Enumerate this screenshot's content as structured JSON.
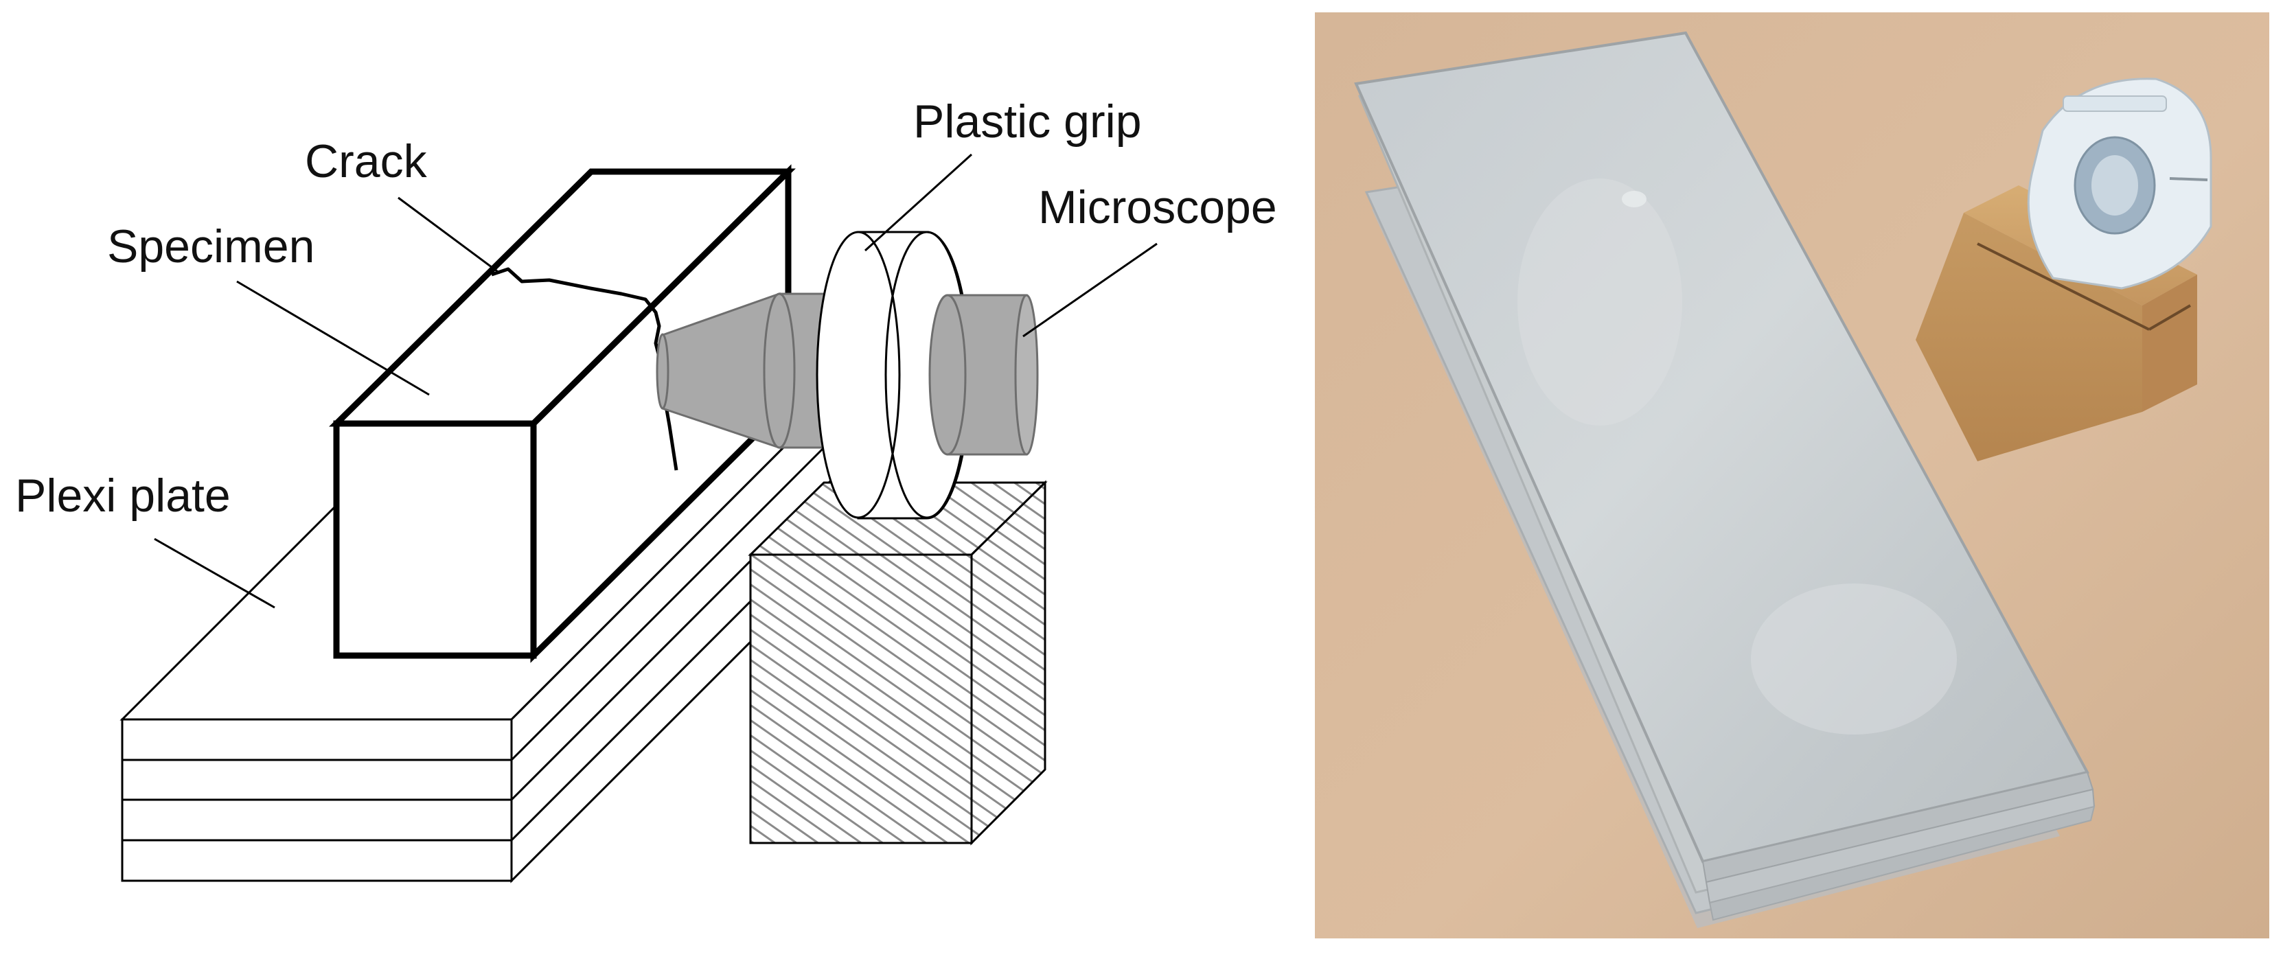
{
  "diagram": {
    "labels": {
      "crack": "Crack",
      "specimen": "Specimen",
      "plexi_plate": "Plexi plate",
      "plastic_grip": "Plastic grip",
      "microscope": "Microscope"
    }
  },
  "colors": {
    "ink": "#000000",
    "microscope_grey": "#a8a8a8",
    "microscope_edge": "#6f6f6f",
    "hatch": "#888888",
    "photo_table": "#d9b99b",
    "photo_glass": "#cfd4d6",
    "wood_block": "#c99a5f",
    "grip_photo": "#e6edf2"
  }
}
